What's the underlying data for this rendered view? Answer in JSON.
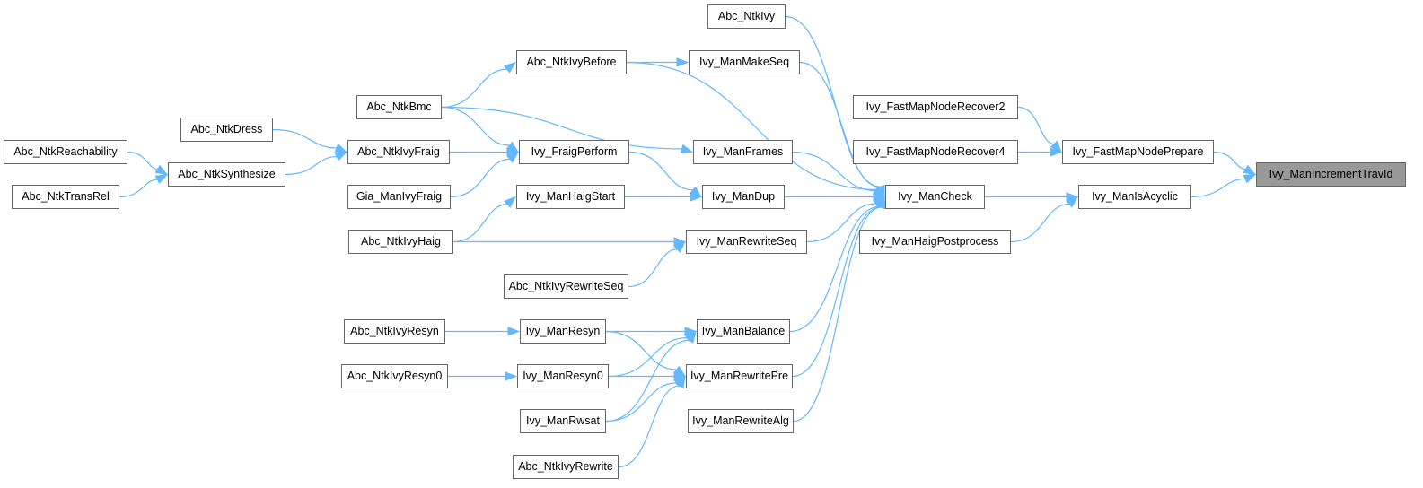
{
  "graph": {
    "title": "Ivy_ManIncrementTravId caller graph",
    "edge_color": "#63b8ff",
    "root_fill": "#999999",
    "nodes": [
      {
        "id": "root",
        "label": "Ivy_ManIncrementTravId",
        "root": true
      },
      {
        "id": "prep",
        "label": "Ivy_FastMapNodePrepare"
      },
      {
        "id": "acyc",
        "label": "Ivy_ManIsAcyclic"
      },
      {
        "id": "rec2",
        "label": "Ivy_FastMapNodeRecover2"
      },
      {
        "id": "rec4",
        "label": "Ivy_FastMapNodeRecover4"
      },
      {
        "id": "check",
        "label": "Ivy_ManCheck"
      },
      {
        "id": "hpost",
        "label": "Ivy_ManHaigPostprocess"
      },
      {
        "id": "ntkivy",
        "label": "Abc_NtkIvy"
      },
      {
        "id": "mkseq",
        "label": "Ivy_ManMakeSeq"
      },
      {
        "id": "frames",
        "label": "Ivy_ManFrames"
      },
      {
        "id": "dup",
        "label": "Ivy_ManDup"
      },
      {
        "id": "rwseq",
        "label": "Ivy_ManRewriteSeq"
      },
      {
        "id": "bal",
        "label": "Ivy_ManBalance"
      },
      {
        "id": "rwpre",
        "label": "Ivy_ManRewritePre"
      },
      {
        "id": "rwalg",
        "label": "Ivy_ManRewriteAlg"
      },
      {
        "id": "before",
        "label": "Abc_NtkIvyBefore"
      },
      {
        "id": "fperf",
        "label": "Ivy_FraigPerform"
      },
      {
        "id": "hstart",
        "label": "Ivy_ManHaigStart"
      },
      {
        "id": "arwseq",
        "label": "Abc_NtkIvyRewriteSeq"
      },
      {
        "id": "resyn",
        "label": "Ivy_ManResyn"
      },
      {
        "id": "resyn0",
        "label": "Ivy_ManResyn0"
      },
      {
        "id": "rwsat",
        "label": "Ivy_ManRwsat"
      },
      {
        "id": "arw",
        "label": "Abc_NtkIvyRewrite"
      },
      {
        "id": "bmc",
        "label": "Abc_NtkBmc"
      },
      {
        "id": "afraig",
        "label": "Abc_NtkIvyFraig"
      },
      {
        "id": "gfraig",
        "label": "Gia_ManIvyFraig"
      },
      {
        "id": "ahaig",
        "label": "Abc_NtkIvyHaig"
      },
      {
        "id": "aresyn",
        "label": "Abc_NtkIvyResyn"
      },
      {
        "id": "aresyn0",
        "label": "Abc_NtkIvyResyn0"
      },
      {
        "id": "dress",
        "label": "Abc_NtkDress"
      },
      {
        "id": "synth",
        "label": "Abc_NtkSynthesize"
      },
      {
        "id": "reach",
        "label": "Abc_NtkReachability"
      },
      {
        "id": "trans",
        "label": "Abc_NtkTransRel"
      }
    ],
    "edges": [
      [
        "prep",
        "root"
      ],
      [
        "acyc",
        "root"
      ],
      [
        "rec2",
        "prep"
      ],
      [
        "rec4",
        "prep"
      ],
      [
        "check",
        "acyc"
      ],
      [
        "hpost",
        "acyc"
      ],
      [
        "ntkivy",
        "check"
      ],
      [
        "mkseq",
        "check"
      ],
      [
        "before",
        "check"
      ],
      [
        "frames",
        "check"
      ],
      [
        "dup",
        "check"
      ],
      [
        "rwseq",
        "check"
      ],
      [
        "bal",
        "check"
      ],
      [
        "rwpre",
        "check"
      ],
      [
        "rwalg",
        "check"
      ],
      [
        "before",
        "mkseq"
      ],
      [
        "bmc",
        "before"
      ],
      [
        "bmc",
        "frames"
      ],
      [
        "bmc",
        "fperf"
      ],
      [
        "afraig",
        "fperf"
      ],
      [
        "gfraig",
        "fperf"
      ],
      [
        "fperf",
        "dup"
      ],
      [
        "hstart",
        "dup"
      ],
      [
        "ahaig",
        "hstart"
      ],
      [
        "ahaig",
        "rwseq"
      ],
      [
        "arwseq",
        "rwseq"
      ],
      [
        "resyn",
        "bal"
      ],
      [
        "resyn",
        "rwpre"
      ],
      [
        "resyn0",
        "bal"
      ],
      [
        "resyn0",
        "rwpre"
      ],
      [
        "rwsat",
        "bal"
      ],
      [
        "rwsat",
        "rwpre"
      ],
      [
        "arw",
        "rwpre"
      ],
      [
        "aresyn",
        "resyn"
      ],
      [
        "aresyn0",
        "resyn0"
      ],
      [
        "dress",
        "afraig"
      ],
      [
        "synth",
        "afraig"
      ],
      [
        "reach",
        "synth"
      ],
      [
        "trans",
        "synth"
      ]
    ]
  }
}
